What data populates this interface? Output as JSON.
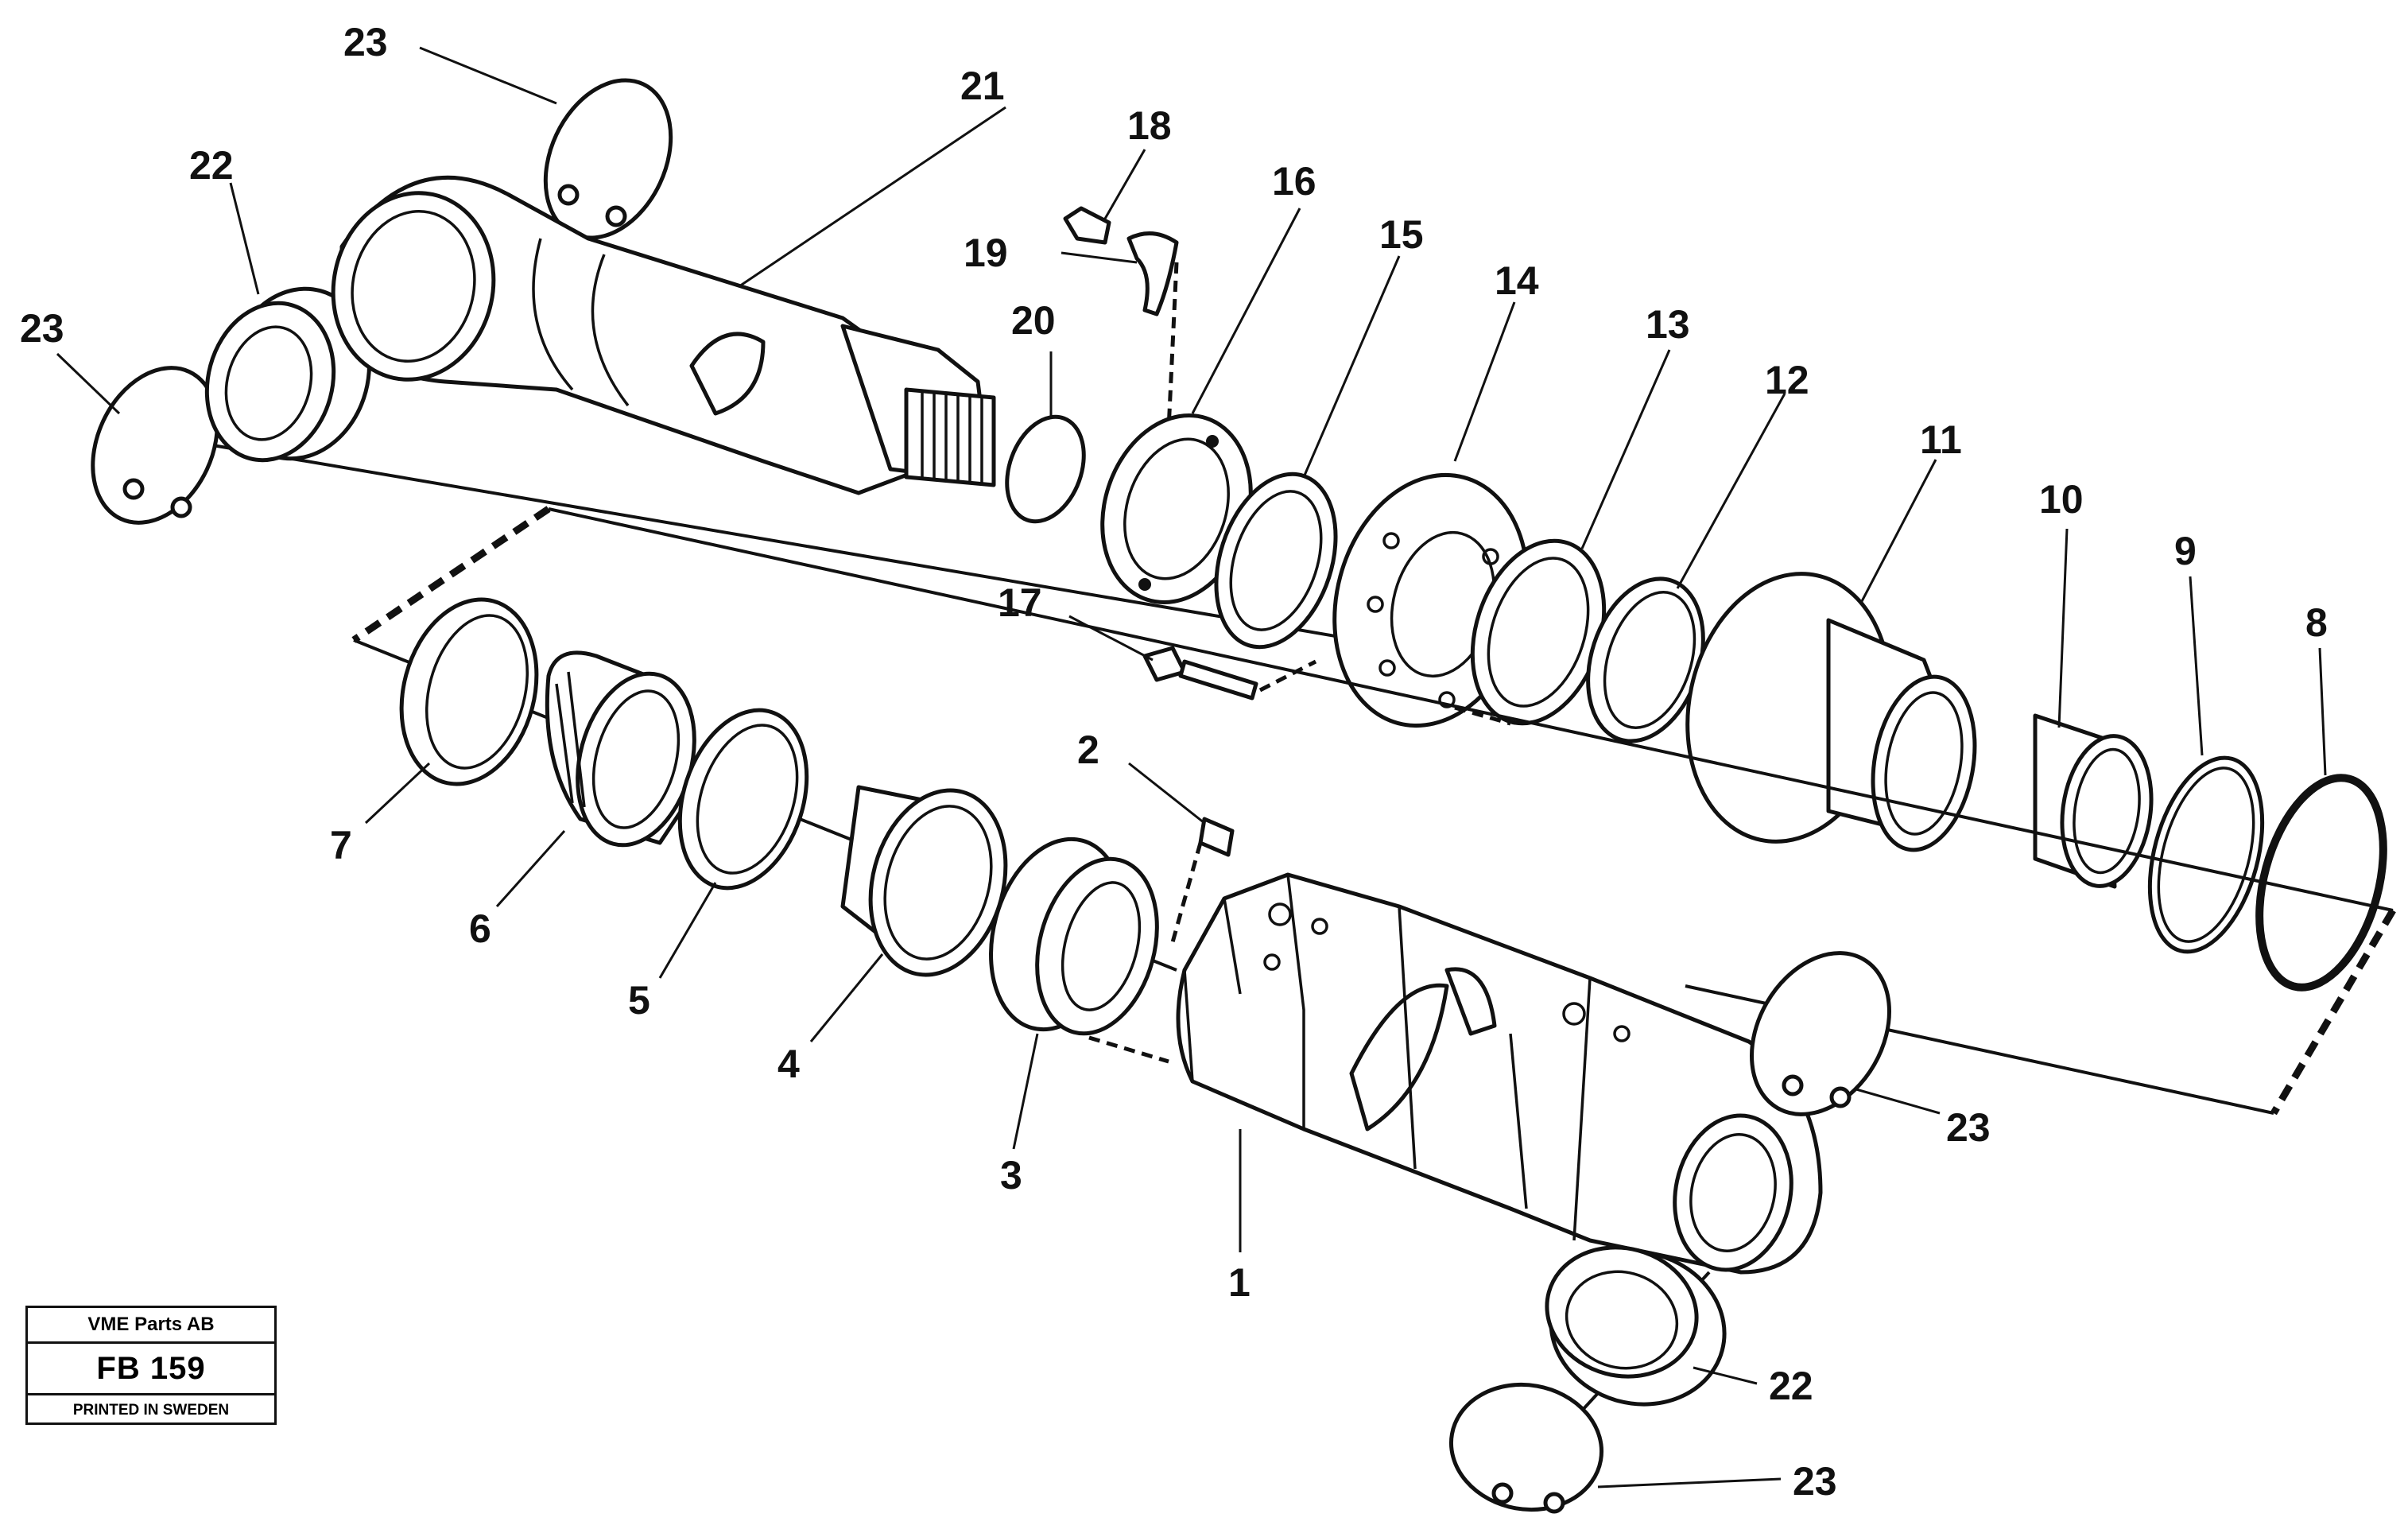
{
  "title_block": {
    "company": "VME Parts AB",
    "drawing_number": "FB 159",
    "imprint": "PRINTED IN SWEDEN"
  },
  "callouts": {
    "c1": "1",
    "c2": "2",
    "c3": "3",
    "c4": "4",
    "c5": "5",
    "c6": "6",
    "c7": "7",
    "c8": "8",
    "c9": "9",
    "c10": "10",
    "c11": "11",
    "c12": "12",
    "c13": "13",
    "c14": "14",
    "c15": "15",
    "c16": "16",
    "c17": "17",
    "c18": "18",
    "c19": "19",
    "c20": "20",
    "c21": "21",
    "c22a": "22",
    "c22b": "22",
    "c23a": "23",
    "c23b": "23",
    "c23c": "23",
    "c23d": "23"
  }
}
